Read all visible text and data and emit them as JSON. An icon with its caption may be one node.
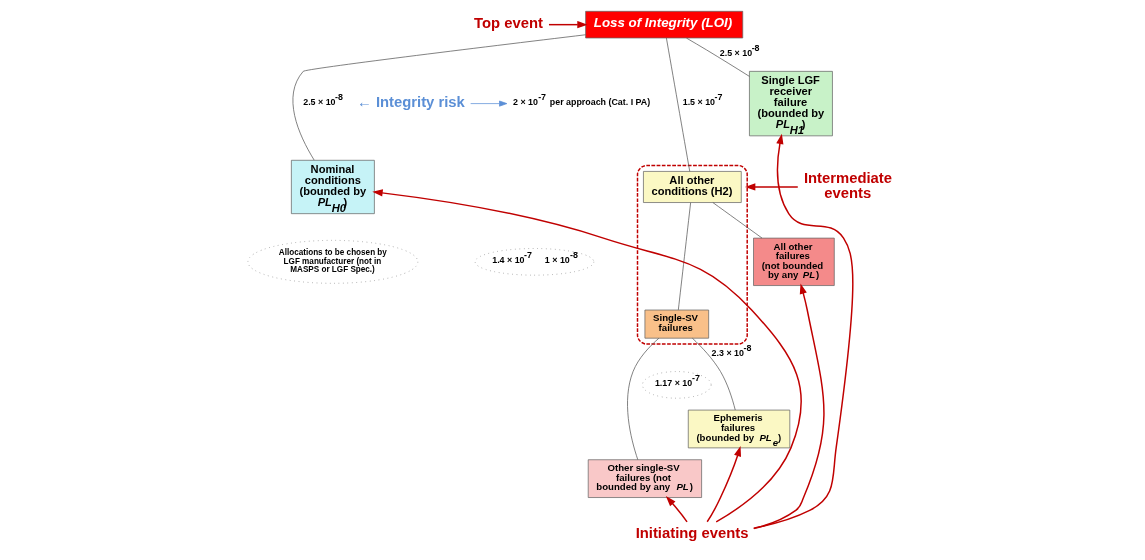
{
  "diagram": {
    "nodes": [
      {
        "text": [
          "Top event"
        ]
      },
      {
        "text": [
          "Loss of Integrity (LOI)"
        ]
      },
      {
        "text": [
          "2 × 10$^{-7}$ per approach (Cat. I PA)"
        ]
      },
      {
        "text": [
          "← Integrity risk"
        ]
      },
      {
        "text": [],
        "shape": "loop"
      },
      {
        "text": [
          "Nominal conditions (bounded by *PL*$_{H0}$)"
        ]
      },
      {
        "text": [
          "Single LGF receiver failure (bounded by *PL*$_{H1}$)"
        ]
      },
      {
        "text": [
          "All other conditions (H2)"
        ],
        "in": 4
      },
      {
        "text": [
          "Intermediate events"
        ]
      },
      {
        "text": [
          "1.4 × 10$^{-7}$",
          "1 × 10$^{-8}$"
        ]
      },
      {
        "text": [
          "Allocations to be chosen by LGF manufacturer (not in MASPS or LGF Spec.)"
        ]
      },
      {
        "text": [
          "Single-SV failures"
        ],
        "in": 4
      },
      {
        "text": [
          "All other failures (not bounded by any *PL*)"
        ]
      },
      {
        "text": [
          "1.17 × 10$^{-7}$"
        ]
      },
      {
        "text": [
          "Ephemeris failures (bounded by *PL*$_{e}$)"
        ]
      },
      {
        "text": [
          "Other single-SV failures (not bounded by any *PL*)"
        ]
      },
      {
        "text": [
          "Initiating events"
        ]
      }
    ],
    "edges": [
      {
        "from": 0,
        "to": 1,
        "arrow": "to"
      },
      {
        "from": 3,
        "to": 2,
        "arrow": "to",
        "color": "#5b8fd6"
      },
      {
        "from": 8,
        "to": 4,
        "arrow": "to"
      },
      {
        "from": 1,
        "to": 5,
        "arrow": "none",
        "label": "2.5 × 10$^{-8}$",
        "color": "#555555"
      },
      {
        "from": 1,
        "to": 6,
        "arrow": "none",
        "label": "2.5 × 10$^{-8}$",
        "color": "#555555"
      },
      {
        "from": 1,
        "to": 7,
        "arrow": "none",
        "label": "1.5 × 10$^{-7}$",
        "color": "#555555"
      },
      {
        "from": 7,
        "to": 11,
        "arrow": "none",
        "color": "#555555"
      },
      {
        "from": 7,
        "to": 12,
        "arrow": "none",
        "color": "#555555"
      },
      {
        "from": 11,
        "to": 14,
        "arrow": "none",
        "label": "2.3 × 10$^{-8}$",
        "color": "#555555"
      },
      {
        "from": 11,
        "to": 15,
        "arrow": "none",
        "color": "#555555"
      },
      {
        "from": 16,
        "to": 5,
        "arrow": "to"
      },
      {
        "from": 16,
        "to": 6,
        "arrow": "to"
      },
      {
        "from": 16,
        "to": 14,
        "arrow": "to"
      },
      {
        "from": 16,
        "to": 15,
        "arrow": "to"
      },
      {
        "from": 16,
        "to": 12,
        "arrow": "to"
      }
    ]
  }
}
